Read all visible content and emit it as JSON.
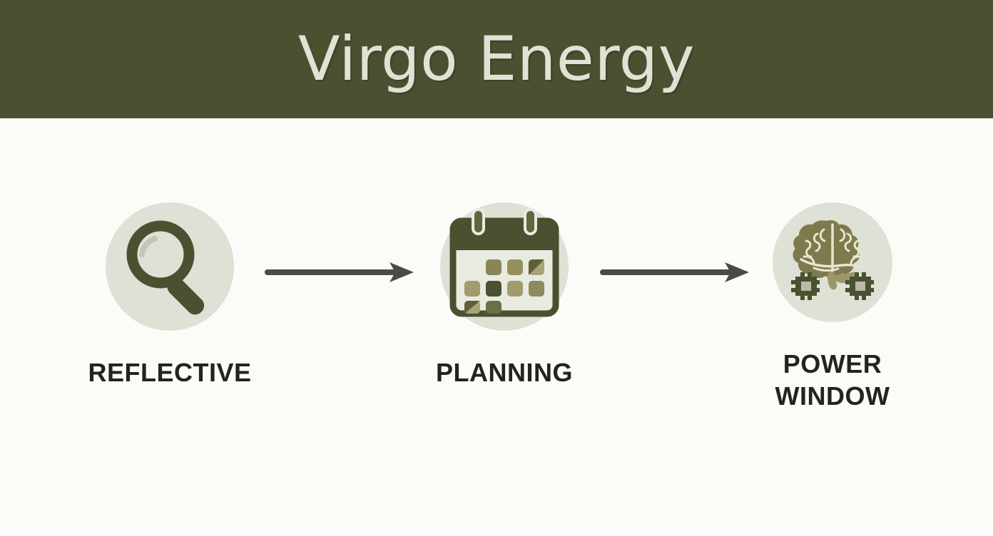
{
  "header": {
    "title": "Virgo Energy",
    "background_color": "#4b5130",
    "text_color": "#dfe2d4"
  },
  "page": {
    "background_color": "#fbfbf7"
  },
  "palette": {
    "dark_olive": "#4b5130",
    "mid_olive": "#6b6f45",
    "khaki": "#8a8557",
    "tan": "#9e9668",
    "circle_bg": "#dee1d5",
    "paper": "#e9ebe0",
    "arrow_gray": "#4a4a4a",
    "label_color": "#23251c"
  },
  "flow": {
    "steps": [
      {
        "id": "reflective",
        "label": "REFLECTIVE",
        "icon": "magnifying-glass-icon"
      },
      {
        "id": "planning",
        "label": "PLANNING",
        "icon": "calendar-icon"
      },
      {
        "id": "power-window",
        "label": "POWER\nWINDOW",
        "icon": "brain-chip-icon"
      }
    ],
    "connectors": [
      {
        "id": "arrow-1",
        "icon": "arrow-right-icon"
      },
      {
        "id": "arrow-2",
        "icon": "arrow-right-icon"
      }
    ]
  }
}
